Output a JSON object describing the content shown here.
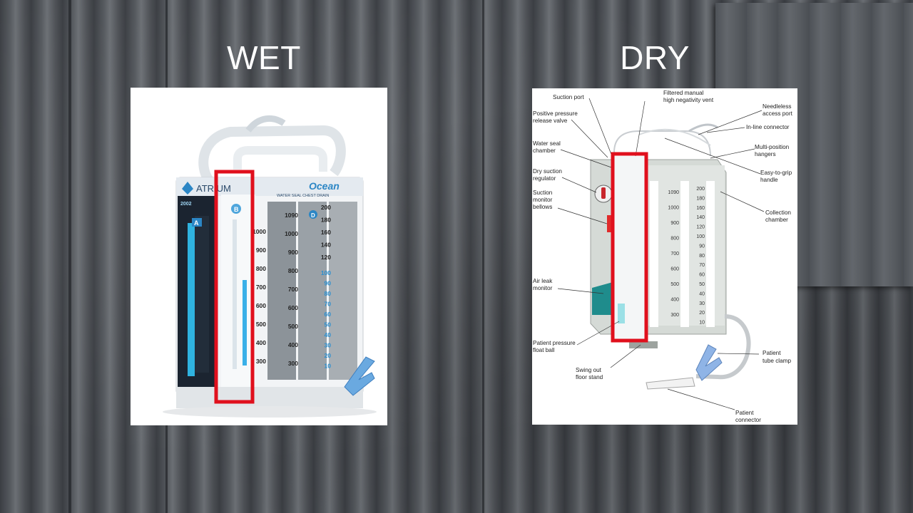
{
  "slide": {
    "left_title": "WET",
    "right_title": "DRY"
  },
  "wet_device": {
    "brand": "ATRIUM",
    "model": "Ocean",
    "subtitle": "WATER SEAL CHEST DRAIN",
    "chamber_letters": [
      "A",
      "B",
      "D"
    ],
    "left_badge": "2002",
    "scale_left": [
      "1000",
      "900",
      "800",
      "700",
      "600",
      "500",
      "400",
      "300"
    ],
    "scale_mid": [
      "1090",
      "1000",
      "900",
      "800",
      "700",
      "600",
      "500",
      "400",
      "300"
    ],
    "scale_right_black": [
      "200",
      "180",
      "160",
      "140",
      "120"
    ],
    "scale_right_blue": [
      "100",
      "90",
      "80",
      "70",
      "60",
      "50",
      "40",
      "30",
      "20",
      "10"
    ],
    "highlight_color": "#e0101d"
  },
  "dry_device": {
    "labels": {
      "suction_port": "Suction port",
      "filtered_vent_1": "Filtered manual",
      "filtered_vent_2": "high negativity vent",
      "needleless_1": "Needleless",
      "needleless_2": "access port",
      "positive_1": "Positive pressure",
      "positive_2": "release valve",
      "inline": "In-line connector",
      "water_seal_1": "Water seal",
      "water_seal_2": "chamber",
      "multi_1": "Multi-position",
      "multi_2": "hangers",
      "dry_suction_1": "Dry suction",
      "dry_suction_2": "regulator",
      "easy_grip_1": "Easy-to-grip",
      "easy_grip_2": "handle",
      "suction_monitor_1": "Suction",
      "suction_monitor_2": "monitor",
      "suction_monitor_3": "bellows",
      "collection_1": "Collection",
      "collection_2": "chamber",
      "air_leak_1": "Air leak",
      "air_leak_2": "monitor",
      "float_ball_1": "Patient pressure",
      "float_ball_2": "float ball",
      "clamp_1": "Patient",
      "clamp_2": "tube clamp",
      "stand_1": "Swing out",
      "stand_2": "floor stand",
      "connector_1": "Patient",
      "connector_2": "connector"
    },
    "scale_left": [
      "1090",
      "1000",
      "900",
      "800",
      "700",
      "600",
      "500",
      "400",
      "300"
    ],
    "scale_right": [
      "200",
      "180",
      "160",
      "140",
      "120",
      "100",
      "90",
      "80",
      "70",
      "60",
      "50",
      "40",
      "30",
      "20",
      "10"
    ],
    "highlight_color": "#e0101d",
    "accent_teal": "#1f8c8c",
    "clamp_blue": "#8fb4e6"
  }
}
